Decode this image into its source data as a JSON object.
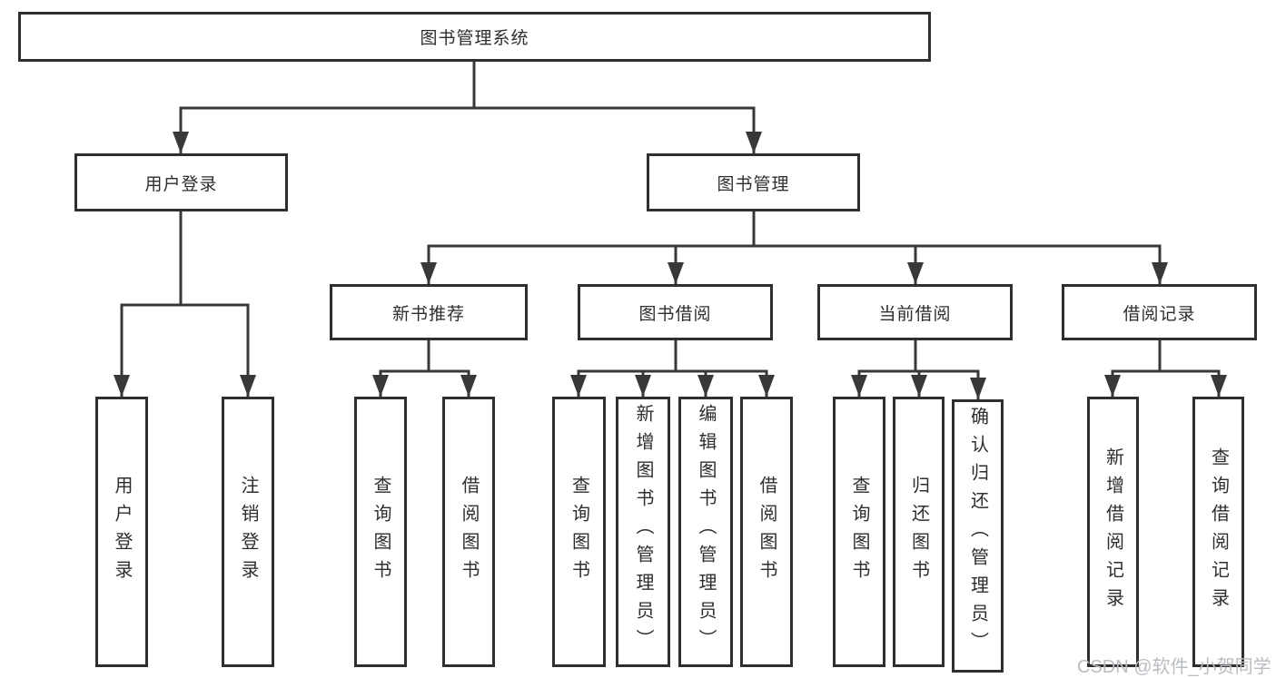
{
  "colors": {
    "line": "#383838",
    "box_border": "#2f2f2f",
    "text": "#2e2e2e",
    "watermark": "#b9bdc2",
    "background": "#ffffff"
  },
  "tree": {
    "root": "图书管理系统",
    "branches": [
      {
        "label": "用户登录",
        "children": [
          "用户登录",
          "注销登录"
        ]
      },
      {
        "label": "图书管理",
        "groups": [
          {
            "label": "新书推荐",
            "children": [
              "查询图书",
              "借阅图书"
            ]
          },
          {
            "label": "图书借阅",
            "children": [
              "查询图书",
              "新增图书（管理员）",
              "编辑图书（管理员）",
              "借阅图书"
            ]
          },
          {
            "label": "当前借阅",
            "children": [
              "查询图书",
              "归还图书",
              "确认归还（管理员）"
            ]
          },
          {
            "label": "借阅记录",
            "children": [
              "新增借阅记录",
              "查询借阅记录"
            ]
          }
        ]
      }
    ]
  },
  "watermark": {
    "text": "CSDN @软件_小贺同学"
  }
}
